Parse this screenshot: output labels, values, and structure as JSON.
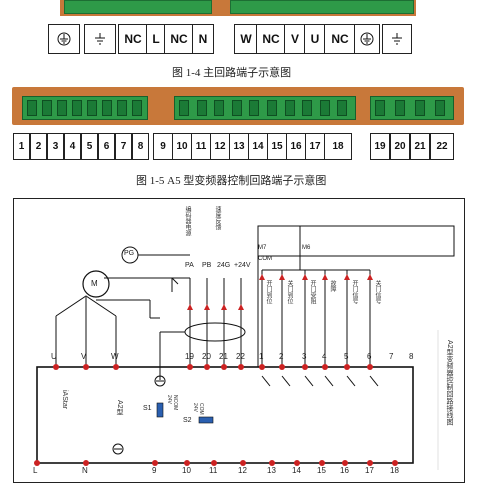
{
  "main_terminals": {
    "labels": [
      "⏚",
      "⏚",
      "NC",
      "L",
      "NC",
      "N",
      "W",
      "NC",
      "V",
      "U",
      "NC",
      "⏚",
      "⏚"
    ]
  },
  "fig_1_4": {
    "caption": "图 1-4    主回路端子示意图"
  },
  "control_terminals": {
    "group1": [
      "1",
      "2",
      "3",
      "4",
      "5",
      "6",
      "7",
      "8"
    ],
    "group2": [
      "9",
      "10",
      "11",
      "12",
      "13",
      "14",
      "15",
      "16",
      "17",
      "18"
    ],
    "group3": [
      "19",
      "20",
      "21",
      "22"
    ]
  },
  "fig_1_5": {
    "caption": "图 1-5    A5 型变频器控制回路端子示意图"
  },
  "schematic": {
    "pg": "PG",
    "motor": "M",
    "pins_top": [
      "PA",
      "PB",
      "24G",
      "+24V"
    ],
    "com": "COM",
    "m7": "M7",
    "m6": "M6",
    "uvw": [
      "U",
      "V",
      "W"
    ],
    "numbers_top": [
      "19",
      "20",
      "21",
      "22",
      "1",
      "2",
      "3",
      "4",
      "5",
      "6",
      "7",
      "8"
    ],
    "inner_brand": "iAStar",
    "inner_model": "A2型",
    "switch_s1": "S1",
    "switch_s2": "S2",
    "s1_opts": [
      "24V",
      "NCOM"
    ],
    "s2_opts": [
      "24V",
      "COM"
    ],
    "bottom_row": [
      "L",
      "N",
      "9",
      "10",
      "11",
      "12",
      "13",
      "14",
      "15",
      "16",
      "17",
      "18"
    ],
    "vertical_labels": [
      "编码器电源",
      "速度反馈",
      "开门到位",
      "关门到位",
      "开门受阻",
      "故障",
      "开门信号",
      "关门信号"
    ],
    "side_note": "A2型变频器控制回路接线图"
  }
}
